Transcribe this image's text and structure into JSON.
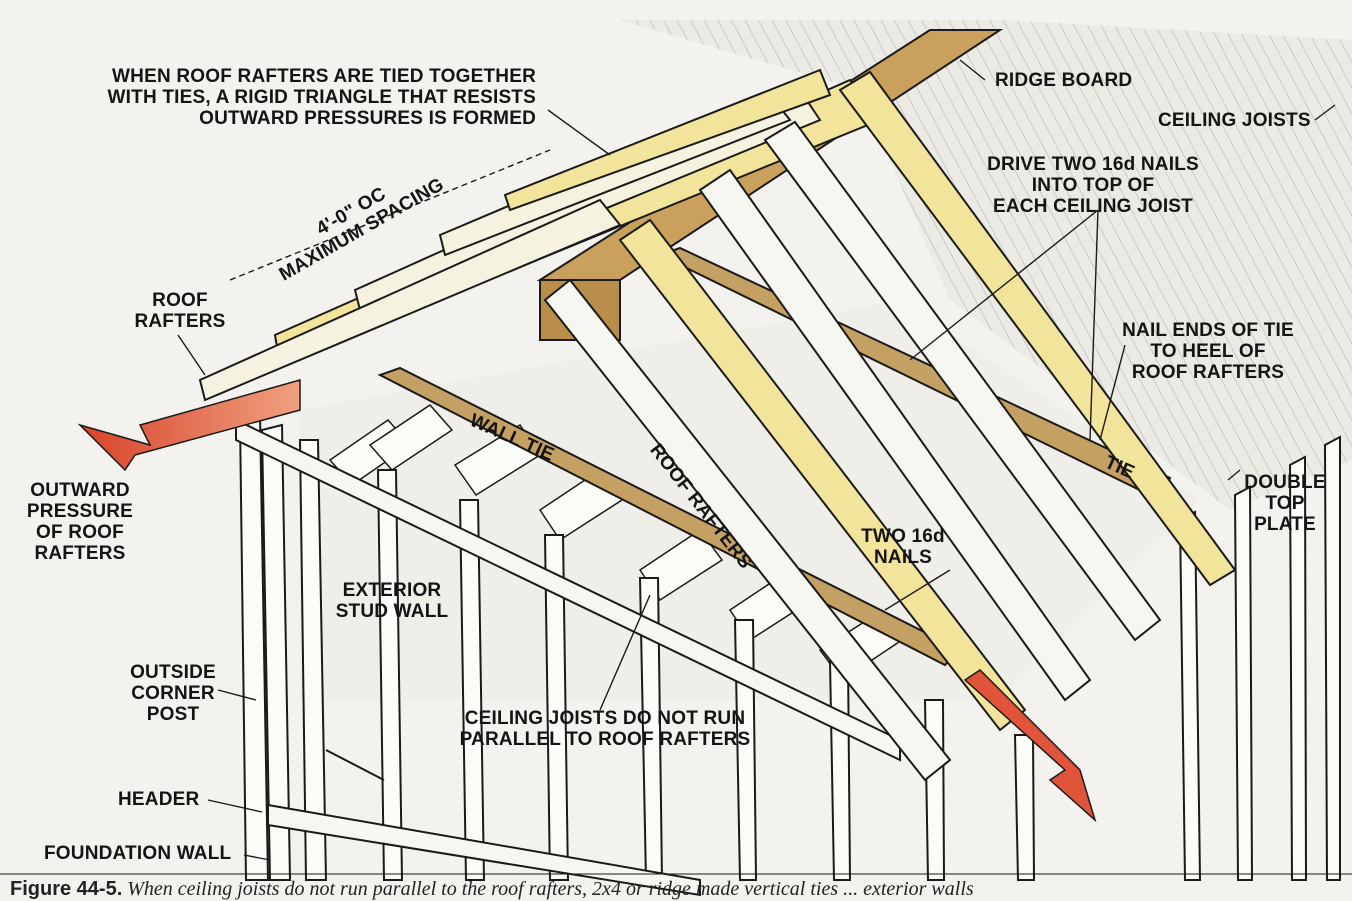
{
  "labels": {
    "rigid_triangle": "WHEN ROOF RAFTERS ARE TIED TOGETHER\nWITH TIES, A RIGID TRIANGLE THAT RESISTS\nOUTWARD PRESSURES IS FORMED",
    "ridge_board": "RIDGE BOARD",
    "ceiling_joists": "CEILING JOISTS",
    "drive_nails": "DRIVE TWO 16d NAILS\nINTO TOP OF\nEACH CEILING JOIST",
    "spacing": "4'-0\" OC\nMAXIMUM SPACING",
    "roof_rafters_left": "ROOF\nRAFTERS",
    "nail_ends": "NAIL ENDS OF TIE\nTO HEEL OF\nROOF RAFTERS",
    "outward_pressure": "OUTWARD\nPRESSURE\nOF ROOF\nRAFTERS",
    "wall_tie": "WALL TIE",
    "roof_rafters_diag": "ROOF RAFTERS",
    "tie": "TIE",
    "double_top_plate": "DOUBLE\nTOP\nPLATE",
    "two_nails": "TWO 16d\nNAILS",
    "exterior_stud_wall": "EXTERIOR\nSTUD WALL",
    "outside_corner_post": "OUTSIDE\nCORNER\nPOST",
    "ceiling_joists_not_parallel": "CEILING JOISTS DO NOT RUN\nPARALLEL TO ROOF RAFTERS",
    "header": "HEADER",
    "foundation_wall": "FOUNDATION WALL"
  },
  "caption": {
    "figure_number": "Figure 44-5.",
    "text": "When ceiling joists do not run parallel to the roof rafters, 2x4 or  ridge made vertical ties ... exterior walls"
  },
  "colors": {
    "rafter_yellow": "#f2e49a",
    "ridge_brown": "#c9a05c",
    "tie_brown": "#c4a062",
    "arrow_red": "#e0553a",
    "line": "#1a1a1a",
    "background": "#f3f2ee"
  }
}
